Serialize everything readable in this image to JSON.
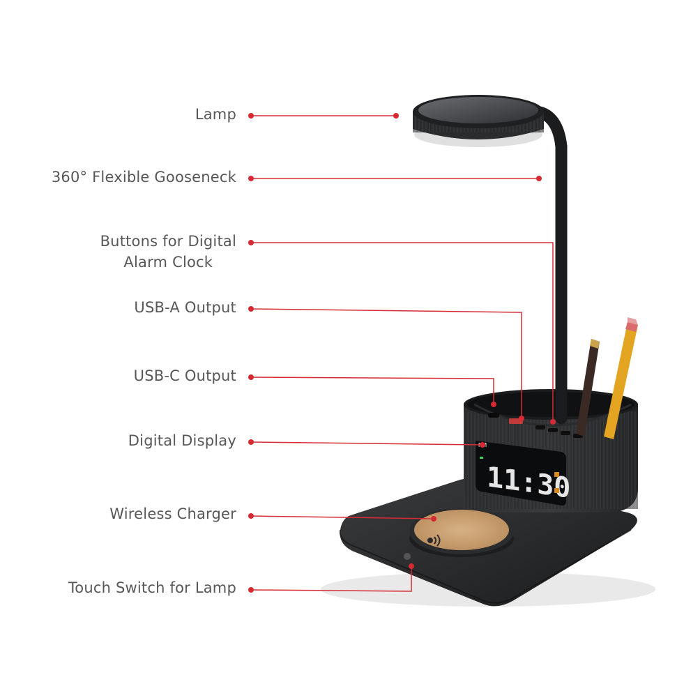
{
  "accent_color": "#d62b35",
  "labels": {
    "lamp": "Lamp",
    "gooseneck": "360° Flexible Gooseneck",
    "buttons_line1": "Buttons for Digital",
    "buttons_line2": "Alarm Clock",
    "usb_a": "USB-A Output",
    "usb_c": "USB-C Output",
    "display": "Digital Display",
    "wireless": "Wireless Charger",
    "touch": "Touch Switch for Lamp"
  },
  "clock": {
    "time": "11:30",
    "meridiem": "PM"
  }
}
